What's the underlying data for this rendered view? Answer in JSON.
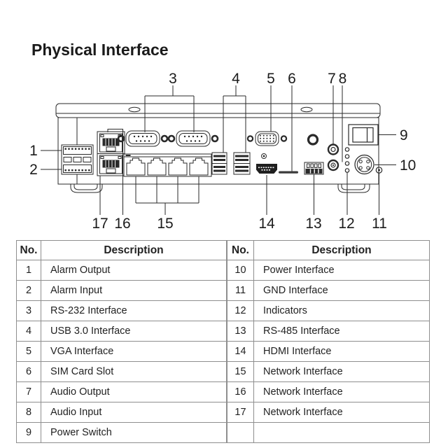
{
  "title": "Physical Interface",
  "diagram": {
    "callouts": {
      "n1": "1",
      "n2": "2",
      "n3": "3",
      "n4": "4",
      "n5": "5",
      "n6": "6",
      "n7": "7",
      "n8": "8",
      "n9": "9",
      "n10": "10",
      "n11": "11",
      "n12": "12",
      "n13": "13",
      "n14": "14",
      "n15": "15",
      "n16": "16",
      "n17": "17"
    }
  },
  "table": {
    "left": {
      "headers": [
        "No.",
        "Description"
      ],
      "rows": [
        [
          "1",
          "Alarm Output"
        ],
        [
          "2",
          "Alarm Input"
        ],
        [
          "3",
          "RS-232 Interface"
        ],
        [
          "4",
          "USB 3.0 Interface"
        ],
        [
          "5",
          "VGA Interface"
        ],
        [
          "6",
          "SIM Card Slot"
        ],
        [
          "7",
          "Audio Output"
        ],
        [
          "8",
          "Audio Input"
        ],
        [
          "9",
          "Power Switch"
        ]
      ]
    },
    "right": {
      "headers": [
        "No.",
        "Description"
      ],
      "rows": [
        [
          "10",
          "Power Interface"
        ],
        [
          "11",
          "GND Interface"
        ],
        [
          "12",
          "Indicators"
        ],
        [
          "13",
          "RS-485 Interface"
        ],
        [
          "14",
          "HDMI Interface"
        ],
        [
          "15",
          "Network Interface"
        ],
        [
          "16",
          "Network Interface"
        ],
        [
          "17",
          "Network Interface"
        ],
        [
          "",
          ""
        ]
      ]
    }
  },
  "colors": {
    "line": "#2a2a2a",
    "dark_fill": "#262626",
    "table_border": "#8e8e8e",
    "text": "#1c1c1c",
    "background": "#ffffff"
  }
}
